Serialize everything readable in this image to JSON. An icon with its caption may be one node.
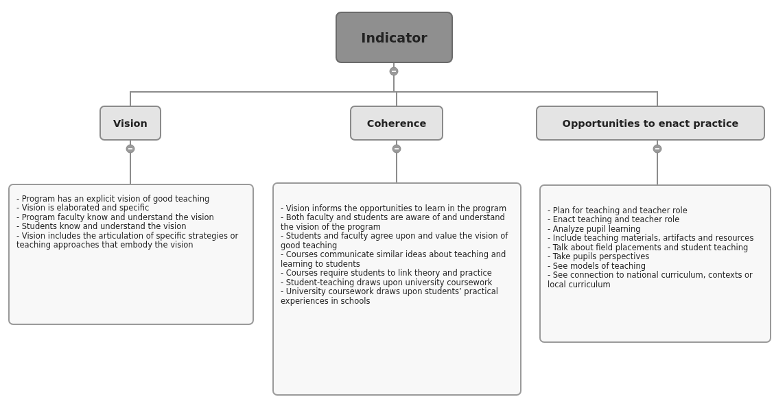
{
  "diagram": {
    "nodes": [
      {
        "text": [
          "Indicator"
        ]
      },
      {
        "text": [
          "Vision"
        ]
      },
      {
        "text": [
          "Coherence"
        ]
      },
      {
        "text": [
          "Opportunities to enact practice"
        ]
      },
      {
        "text": [
          "- Program has an explicit vision of good teaching",
          "- Vision is elaborated and specific",
          "- Program faculty know and understand the vision",
          "- Students know and understand the vision",
          "- Vision includes the articulation of specific strategies or teaching approaches that embody the vision"
        ]
      },
      {
        "text": [
          "- Vision informs the opportunities to learn in the program",
          "- Both faculty and students are aware of and understand the vision of the program",
          "- Students and faculty agree upon and value the vision of good teaching",
          "- Courses communicate similar ideas about teaching and learning to students",
          "- Courses require students to link theory and practice",
          "- Student-teaching draws upon university coursework",
          "- University coursework draws upon students’ practical experiences in schools"
        ]
      },
      {
        "text": [
          "- Plan for teaching and teacher role",
          "- Enact teaching and teacher role",
          "- Analyze pupil learning",
          "- Include teaching materials, artifacts and resources",
          "- Talk about field placements and student teaching",
          "- Take pupils perspectives",
          "- See models of teaching",
          "- See connection to national curriculum, contexts or local curriculum"
        ]
      }
    ],
    "edges": [
      {
        "from": 0,
        "to": 1,
        "arrow": "none"
      },
      {
        "from": 0,
        "to": 2,
        "arrow": "none"
      },
      {
        "from": 0,
        "to": 3,
        "arrow": "none"
      },
      {
        "from": 1,
        "to": 4,
        "arrow": "none"
      },
      {
        "from": 2,
        "to": 5,
        "arrow": "none"
      },
      {
        "from": 3,
        "to": 6,
        "arrow": "none"
      }
    ]
  }
}
